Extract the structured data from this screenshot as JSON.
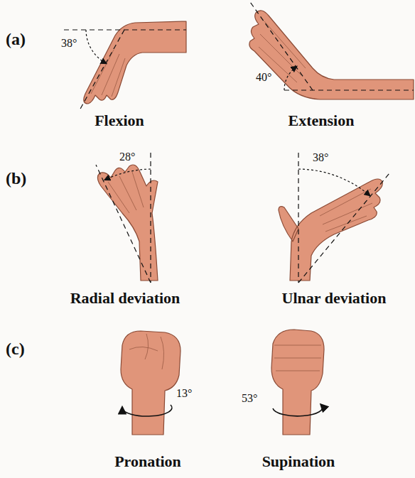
{
  "diagram": {
    "labels": [
      "(a)",
      "38°",
      "Flexion",
      "40°",
      "Extension",
      "(b)",
      "28°",
      "Radial deviation",
      "38°",
      "Ulnar deviation",
      "(c)",
      "13°",
      "Pronation",
      "53°",
      "Supination"
    ]
  }
}
